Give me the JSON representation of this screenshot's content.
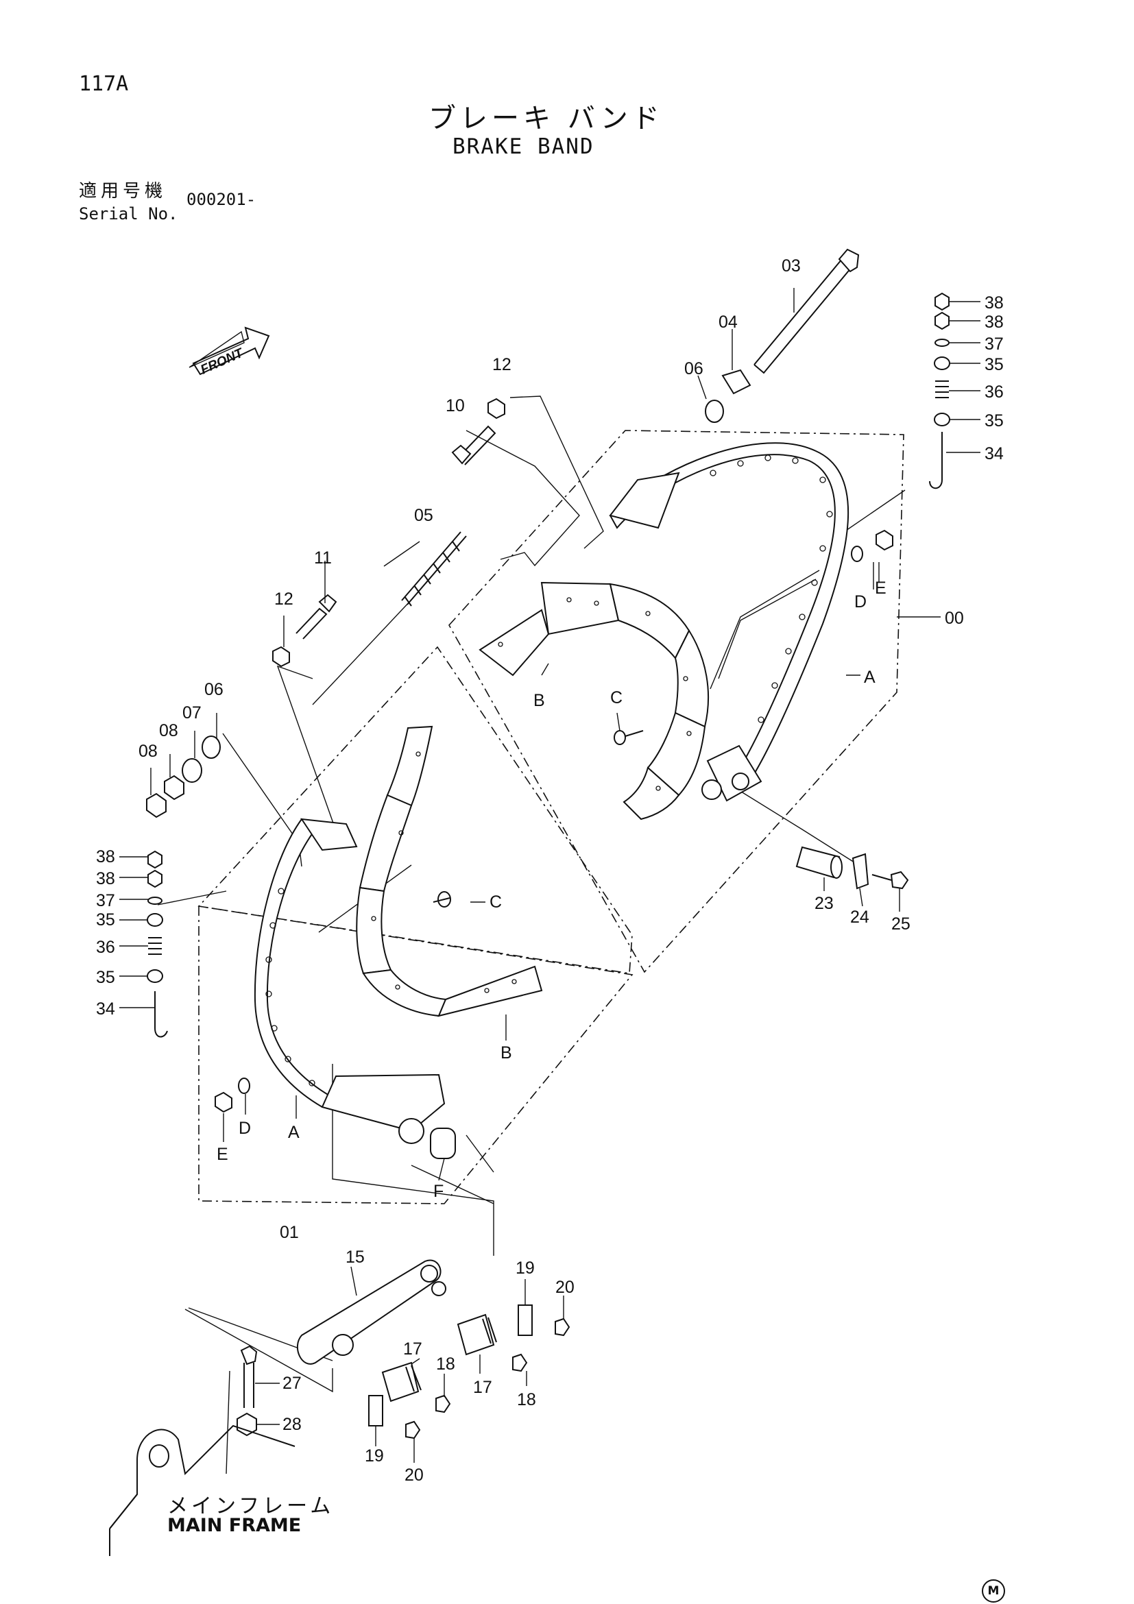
{
  "page_id": "117A",
  "title_jp": "ブレーキ バンド",
  "title_en": "BRAKE BAND",
  "serial": {
    "label_jp": "適用号機",
    "label_en": "Serial No.",
    "value": "000201-"
  },
  "front_label": "FRONT",
  "main_frame": {
    "label_jp": "メインフレーム",
    "label_en": "MAIN FRAME"
  },
  "corner_mark": "M",
  "callouts": {
    "p03": "03",
    "p04": "04",
    "p06a": "06",
    "p12a": "12",
    "p10": "10",
    "p38a": "38",
    "p38b": "38",
    "p37a": "37",
    "p35a": "35",
    "p36a": "36",
    "p35b": "35",
    "p34a": "34",
    "p05": "05",
    "p11": "11",
    "p12b": "12",
    "p06b": "06",
    "p07": "07",
    "p08a": "08",
    "p08b": "08",
    "pDa": "D",
    "pEa": "E",
    "p00": "00",
    "pAa": "A",
    "pBa": "B",
    "pCa": "C",
    "p38c": "38",
    "p38d": "38",
    "p37b": "37",
    "p35c": "35",
    "p36b": "36",
    "p35d": "35",
    "p34b": "34",
    "pCb": "C",
    "pBb": "B",
    "pEb": "E",
    "pDb": "D",
    "pAb": "A",
    "pF": "F",
    "p23": "23",
    "p24": "24",
    "p25": "25",
    "p01": "01",
    "p15": "15",
    "p19a": "19",
    "p20a": "20",
    "p17a": "17",
    "p17b": "17",
    "p18a": "18",
    "p18b": "18",
    "p27": "27",
    "p28": "28",
    "p19b": "19",
    "p20b": "20"
  }
}
